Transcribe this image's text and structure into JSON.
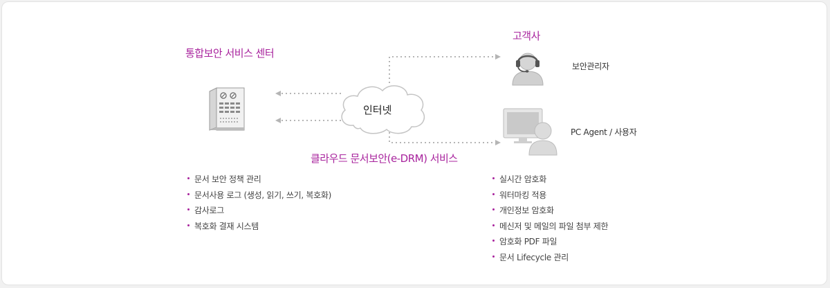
{
  "center": {
    "title": "통합보안 서비스 센터"
  },
  "customer": {
    "title": "고객사",
    "admin_label": "보안관리자",
    "agent_label": "PC Agent / 사용자"
  },
  "internet": {
    "label": "인터넷"
  },
  "service": {
    "title": "클라우드 문서보안(e-DRM) 서비스",
    "left_features": [
      "문서 보안 정책 관리",
      "문서사용 로그 (생성, 읽기, 쓰기, 복호화)",
      "감사로그",
      "복호화 결재 시스템"
    ],
    "right_features": [
      "실시간 암호화",
      "워터마킹 적용",
      "개인정보 암호화",
      "메신저 및 메일의 파일 첨부 제한",
      "암호화 PDF 파일",
      "문서 Lifecycle 관리"
    ]
  },
  "colors": {
    "accent": "#a8239d",
    "line": "#b5b5b5",
    "icon": "#c8c8c8"
  },
  "icons": [
    "server-icon",
    "cloud-icon",
    "admin-headset-icon",
    "pc-user-icon"
  ]
}
